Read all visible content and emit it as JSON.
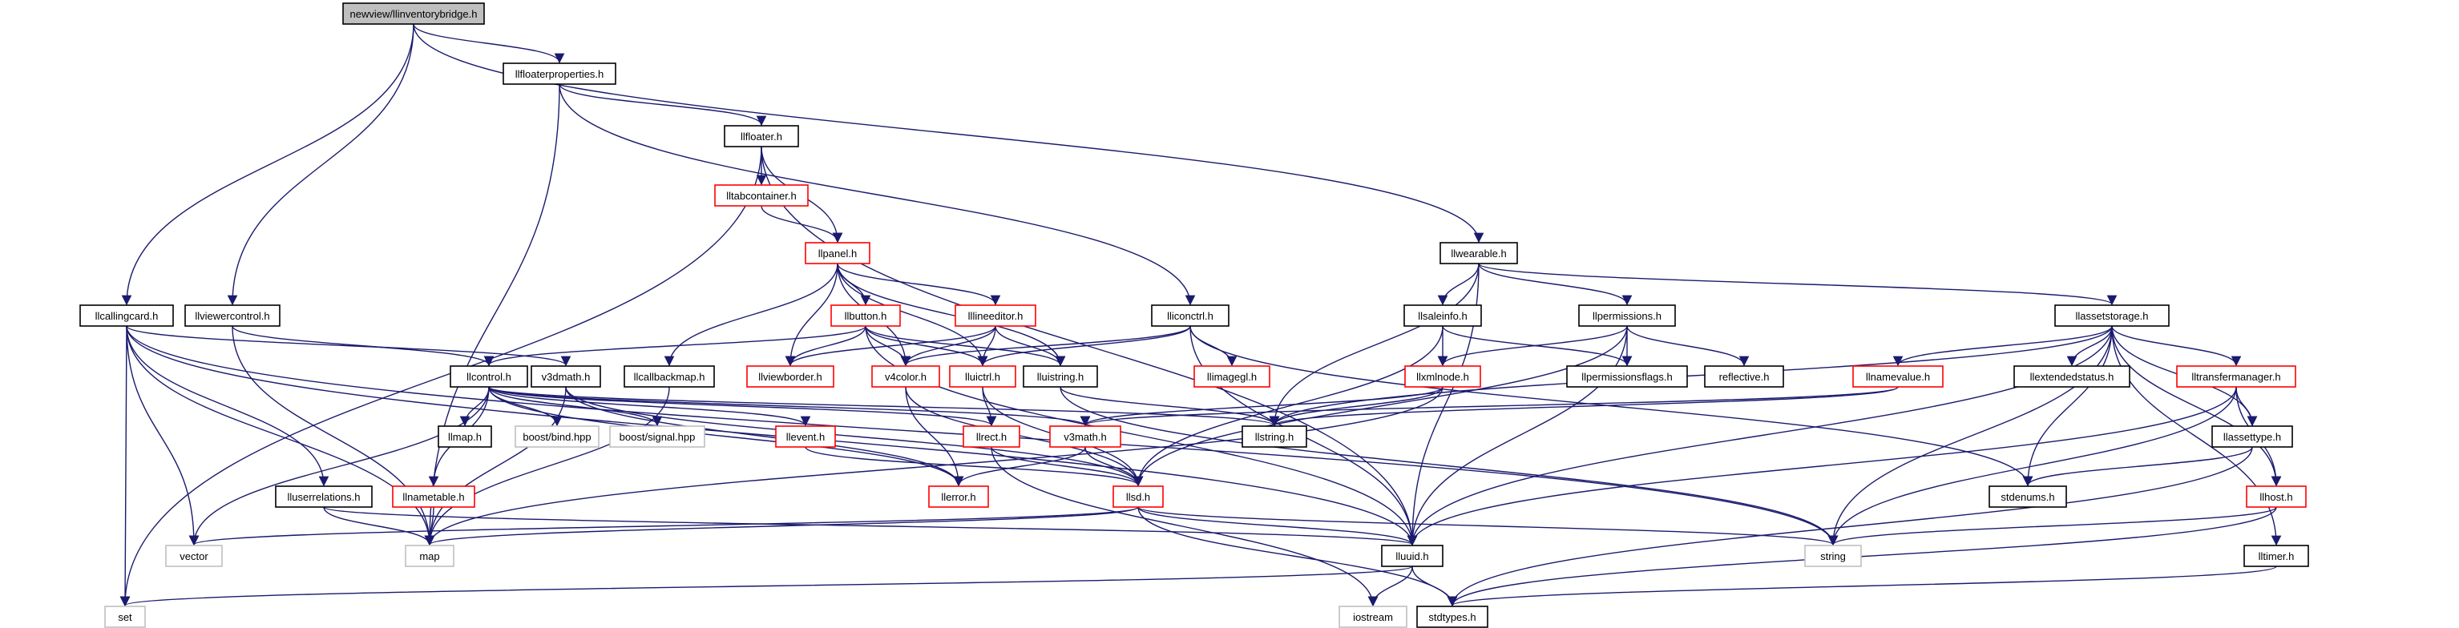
{
  "colors": {
    "edge": "#1a1a6e",
    "root_fill": "#bfbfbf",
    "default_border": "#000000",
    "red_border": "#ff0000",
    "ext_border": "#bfbfbf",
    "node_fill": "#ffffff"
  },
  "nodes": [
    {
      "id": "root",
      "label": "newview/llinventorybridge.h",
      "style": "root"
    },
    {
      "id": "floaterprops",
      "label": "llfloaterproperties.h",
      "style": "black"
    },
    {
      "id": "floater",
      "label": "llfloater.h",
      "style": "black"
    },
    {
      "id": "tabcontainer",
      "label": "lltabcontainer.h",
      "style": "red"
    },
    {
      "id": "panel",
      "label": "llpanel.h",
      "style": "red"
    },
    {
      "id": "wearable",
      "label": "llwearable.h",
      "style": "black"
    },
    {
      "id": "callingcard",
      "label": "llcallingcard.h",
      "style": "black"
    },
    {
      "id": "viewercontrol",
      "label": "llviewercontrol.h",
      "style": "black"
    },
    {
      "id": "button",
      "label": "llbutton.h",
      "style": "red"
    },
    {
      "id": "lineeditor",
      "label": "lllineeditor.h",
      "style": "red"
    },
    {
      "id": "iconctrl",
      "label": "lliconctrl.h",
      "style": "black"
    },
    {
      "id": "saleinfo",
      "label": "llsaleinfo.h",
      "style": "black"
    },
    {
      "id": "permissions",
      "label": "llpermissions.h",
      "style": "black"
    },
    {
      "id": "assetstorage",
      "label": "llassetstorage.h",
      "style": "black"
    },
    {
      "id": "uictrl_ctl",
      "label": "llcontrol.h",
      "style": "black"
    },
    {
      "id": "v3dmath",
      "label": "v3dmath.h",
      "style": "black"
    },
    {
      "id": "callbackmap",
      "label": "llcallbackmap.h",
      "style": "black"
    },
    {
      "id": "viewborder",
      "label": "llviewborder.h",
      "style": "red"
    },
    {
      "id": "v4color",
      "label": "v4color.h",
      "style": "red"
    },
    {
      "id": "uictrl",
      "label": "lluictrl.h",
      "style": "red"
    },
    {
      "id": "uistring",
      "label": "lluistring.h",
      "style": "black"
    },
    {
      "id": "imagegl",
      "label": "llimagegl.h",
      "style": "red"
    },
    {
      "id": "xmlnode",
      "label": "llxmlnode.h",
      "style": "red"
    },
    {
      "id": "permflags",
      "label": "llpermissionsflags.h",
      "style": "black"
    },
    {
      "id": "reflective",
      "label": "reflective.h",
      "style": "black"
    },
    {
      "id": "namevalue",
      "label": "llnamevalue.h",
      "style": "red"
    },
    {
      "id": "extstatus",
      "label": "llextendedstatus.h",
      "style": "black"
    },
    {
      "id": "xfermgr",
      "label": "lltransfermanager.h",
      "style": "red"
    },
    {
      "id": "llmap",
      "label": "llmap.h",
      "style": "black"
    },
    {
      "id": "bind",
      "label": "boost/bind.hpp",
      "style": "ext"
    },
    {
      "id": "signal",
      "label": "boost/signal.hpp",
      "style": "ext"
    },
    {
      "id": "event",
      "label": "llevent.h",
      "style": "red"
    },
    {
      "id": "rect",
      "label": "llrect.h",
      "style": "red"
    },
    {
      "id": "v3math",
      "label": "v3math.h",
      "style": "red"
    },
    {
      "id": "llstring",
      "label": "llstring.h",
      "style": "black"
    },
    {
      "id": "assettype",
      "label": "llassettype.h",
      "style": "black"
    },
    {
      "id": "userrel",
      "label": "lluserrelations.h",
      "style": "black"
    },
    {
      "id": "nametable",
      "label": "llnametable.h",
      "style": "red"
    },
    {
      "id": "error",
      "label": "llerror.h",
      "style": "red"
    },
    {
      "id": "llsd",
      "label": "llsd.h",
      "style": "red"
    },
    {
      "id": "stdenums",
      "label": "stdenums.h",
      "style": "black"
    },
    {
      "id": "host",
      "label": "llhost.h",
      "style": "red"
    },
    {
      "id": "vector",
      "label": "vector",
      "style": "ext"
    },
    {
      "id": "map",
      "label": "map",
      "style": "ext"
    },
    {
      "id": "lluuid",
      "label": "lluuid.h",
      "style": "black"
    },
    {
      "id": "string",
      "label": "string",
      "style": "ext"
    },
    {
      "id": "timer",
      "label": "lltimer.h",
      "style": "black"
    },
    {
      "id": "set",
      "label": "set",
      "style": "ext"
    },
    {
      "id": "iostream",
      "label": "iostream",
      "style": "ext"
    },
    {
      "id": "stdtypes",
      "label": "stdtypes.h",
      "style": "black"
    }
  ],
  "edges": [
    [
      "root",
      "floaterprops"
    ],
    [
      "root",
      "wearable"
    ],
    [
      "root",
      "callingcard"
    ],
    [
      "root",
      "viewercontrol"
    ],
    [
      "floaterprops",
      "floater"
    ],
    [
      "floaterprops",
      "iconctrl"
    ],
    [
      "floaterprops",
      "map"
    ],
    [
      "floater",
      "tabcontainer"
    ],
    [
      "floater",
      "panel"
    ],
    [
      "floater",
      "set"
    ],
    [
      "floater",
      "lluuid"
    ],
    [
      "tabcontainer",
      "panel"
    ],
    [
      "panel",
      "button"
    ],
    [
      "panel",
      "lineeditor"
    ],
    [
      "panel",
      "callbackmap"
    ],
    [
      "panel",
      "viewborder"
    ],
    [
      "panel",
      "v4color"
    ],
    [
      "panel",
      "uictrl"
    ],
    [
      "panel",
      "uistring"
    ],
    [
      "wearable",
      "saleinfo"
    ],
    [
      "wearable",
      "permissions"
    ],
    [
      "wearable",
      "assetstorage"
    ],
    [
      "wearable",
      "lluuid"
    ],
    [
      "wearable",
      "llstring"
    ],
    [
      "callingcard",
      "set"
    ],
    [
      "callingcard",
      "vector"
    ],
    [
      "callingcard",
      "map"
    ],
    [
      "callingcard",
      "userrel"
    ],
    [
      "callingcard",
      "v3dmath"
    ],
    [
      "callingcard",
      "lluuid"
    ],
    [
      "callingcard",
      "string"
    ],
    [
      "viewercontrol",
      "uictrl_ctl"
    ],
    [
      "viewercontrol",
      "map"
    ],
    [
      "button",
      "uictrl_ctl"
    ],
    [
      "button",
      "uictrl"
    ],
    [
      "button",
      "v4color"
    ],
    [
      "button",
      "viewborder"
    ],
    [
      "button",
      "uistring"
    ],
    [
      "button",
      "lluuid"
    ],
    [
      "lineeditor",
      "v4color"
    ],
    [
      "lineeditor",
      "uictrl"
    ],
    [
      "lineeditor",
      "uistring"
    ],
    [
      "lineeditor",
      "viewborder"
    ],
    [
      "iconctrl",
      "uictrl"
    ],
    [
      "iconctrl",
      "v4color"
    ],
    [
      "iconctrl",
      "imagegl"
    ],
    [
      "iconctrl",
      "lluuid"
    ],
    [
      "iconctrl",
      "stdenums"
    ],
    [
      "saleinfo",
      "xmlnode"
    ],
    [
      "saleinfo",
      "permflags"
    ],
    [
      "saleinfo",
      "llsd"
    ],
    [
      "permissions",
      "permflags"
    ],
    [
      "permissions",
      "xmlnode"
    ],
    [
      "permissions",
      "reflective"
    ],
    [
      "permissions",
      "lluuid"
    ],
    [
      "permissions",
      "llsd"
    ],
    [
      "assetstorage",
      "namevalue"
    ],
    [
      "assetstorage",
      "extstatus"
    ],
    [
      "assetstorage",
      "xfermgr"
    ],
    [
      "assetstorage",
      "assettype"
    ],
    [
      "assetstorage",
      "host"
    ],
    [
      "assetstorage",
      "lluuid"
    ],
    [
      "assetstorage",
      "stdenums"
    ],
    [
      "assetstorage",
      "string"
    ],
    [
      "assetstorage",
      "timer"
    ],
    [
      "assetstorage",
      "llstring"
    ],
    [
      "uictrl_ctl",
      "llmap"
    ],
    [
      "uictrl_ctl",
      "bind"
    ],
    [
      "uictrl_ctl",
      "signal"
    ],
    [
      "uictrl_ctl",
      "event"
    ],
    [
      "uictrl_ctl",
      "rect"
    ],
    [
      "uictrl_ctl",
      "v3math"
    ],
    [
      "uictrl_ctl",
      "vector"
    ],
    [
      "uictrl_ctl",
      "nametable"
    ],
    [
      "uictrl_ctl",
      "llstring"
    ],
    [
      "uictrl_ctl",
      "error"
    ],
    [
      "v3dmath",
      "error"
    ],
    [
      "v3dmath",
      "map"
    ],
    [
      "v3dmath",
      "llsd"
    ],
    [
      "callbackmap",
      "map"
    ],
    [
      "v4color",
      "error"
    ],
    [
      "v4color",
      "llsd"
    ],
    [
      "uictrl",
      "rect"
    ],
    [
      "uictrl",
      "llsd"
    ],
    [
      "uistring",
      "llstring"
    ],
    [
      "uistring",
      "string"
    ],
    [
      "xmlnode",
      "llstring"
    ],
    [
      "xmlnode",
      "map"
    ],
    [
      "xmlnode",
      "v3math"
    ],
    [
      "namevalue",
      "llstring"
    ],
    [
      "namevalue",
      "v3math"
    ],
    [
      "xfermgr",
      "assettype"
    ],
    [
      "xfermgr",
      "host"
    ],
    [
      "xfermgr",
      "lluuid"
    ],
    [
      "xfermgr",
      "string"
    ],
    [
      "event",
      "llsd"
    ],
    [
      "rect",
      "llsd"
    ],
    [
      "rect",
      "iostream"
    ],
    [
      "v3math",
      "llsd"
    ],
    [
      "v3math",
      "error"
    ],
    [
      "assettype",
      "stdenums"
    ],
    [
      "assettype",
      "stdtypes"
    ],
    [
      "userrel",
      "map"
    ],
    [
      "userrel",
      "lluuid"
    ],
    [
      "nametable",
      "map"
    ],
    [
      "llsd",
      "lluuid"
    ],
    [
      "llsd",
      "string"
    ],
    [
      "llsd",
      "map"
    ],
    [
      "llsd",
      "vector"
    ],
    [
      "llsd",
      "stdtypes"
    ],
    [
      "host",
      "string"
    ],
    [
      "host",
      "stdtypes"
    ],
    [
      "lluuid",
      "stdtypes"
    ],
    [
      "lluuid",
      "iostream"
    ],
    [
      "lluuid",
      "set"
    ],
    [
      "timer",
      "stdtypes"
    ]
  ]
}
